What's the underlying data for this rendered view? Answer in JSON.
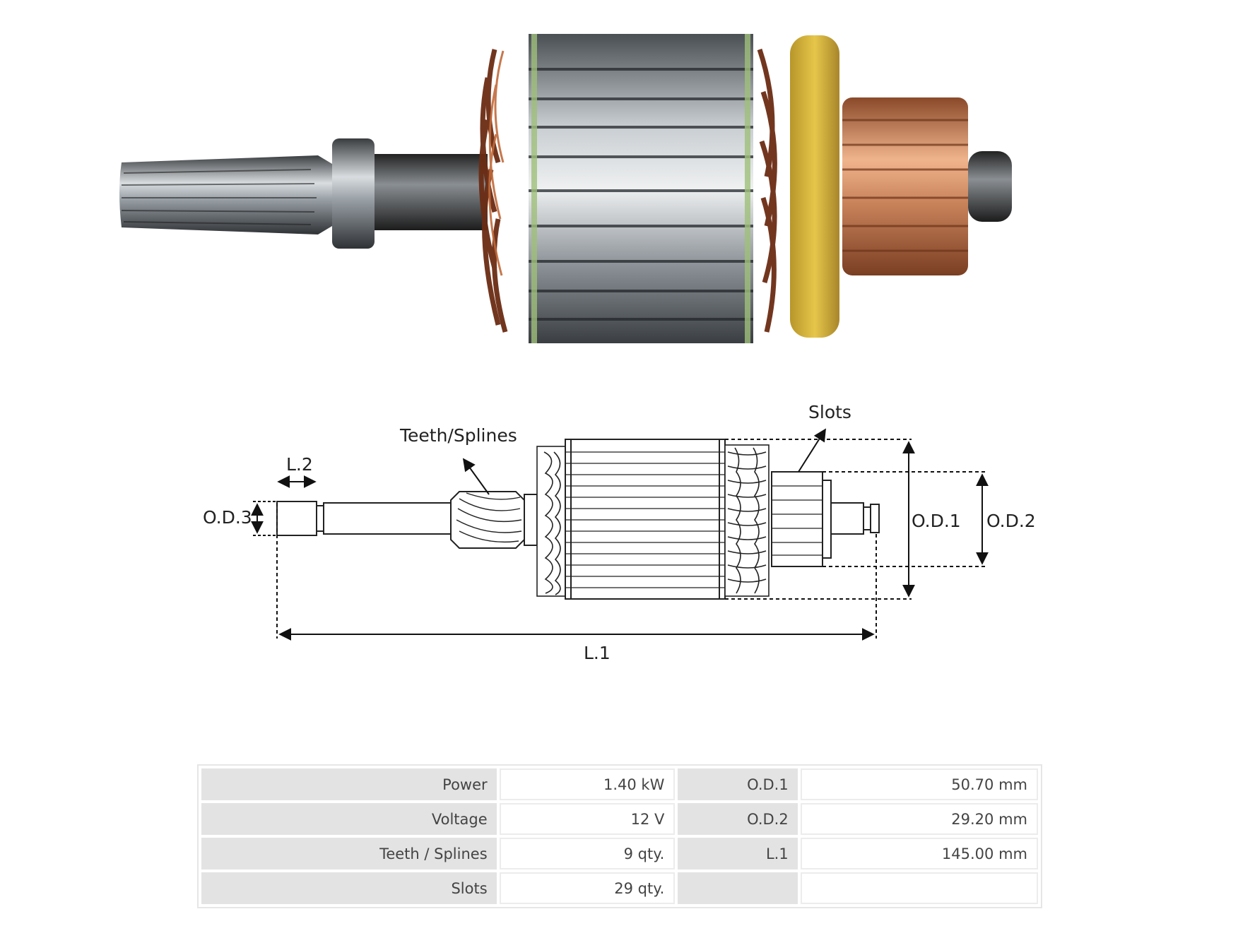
{
  "diagram": {
    "labels": {
      "teeth_splines": "Teeth/Splines",
      "slots": "Slots",
      "l1": "L.1",
      "l2": "L.2",
      "od1": "O.D.1",
      "od2": "O.D.2",
      "od3": "O.D.3"
    }
  },
  "spec_table": {
    "rows": [
      {
        "label1": "Power",
        "value1": "1.40 kW",
        "label2": "O.D.1",
        "value2": "50.70 mm"
      },
      {
        "label1": "Voltage",
        "value1": "12 V",
        "label2": "O.D.2",
        "value2": "29.20 mm"
      },
      {
        "label1": "Teeth / Splines",
        "value1": "9 qty.",
        "label2": "L.1",
        "value2": "145.00 mm"
      },
      {
        "label1": "Slots",
        "value1": "29 qty.",
        "label2": "",
        "value2": ""
      }
    ]
  },
  "colors": {
    "copper": "#c8825a",
    "steel": "#7d858c",
    "insulator": "#d9b73a",
    "winding": "#7a3a1e"
  }
}
